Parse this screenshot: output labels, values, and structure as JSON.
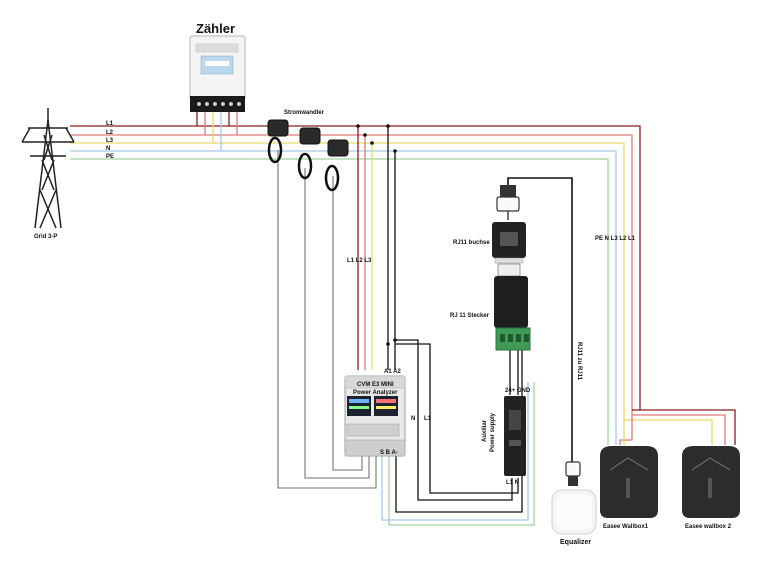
{
  "meter": {
    "title": "Zähler"
  },
  "grid": {
    "label": "Grid 3-P"
  },
  "lines": {
    "l1": "L1",
    "l2": "L2",
    "l3": "L3",
    "n": "N",
    "pe": "PE"
  },
  "ct": {
    "label": "Stromwandler"
  },
  "analyzer": {
    "label_line1": "CVM E3 MINI",
    "label_line2": "Power Analyzer",
    "terminals_top": "A1 A2",
    "terminals_bottom": "S B A-",
    "input_labels": "L1 L2 L3",
    "n_label": "N",
    "l1_label": "L1"
  },
  "rj11_socket": {
    "label": "RJ11 buchse"
  },
  "rj11_plug": {
    "label": "RJ 11 Stecker"
  },
  "psu": {
    "label_line1": "Auxiliar",
    "label_line2": "Power supply",
    "out_label": "24+  GND",
    "in_label": "L1  N"
  },
  "cable_label": "RJ11 zu RJ11",
  "wallbox_terminals": "PE  N  L3  L2  L1",
  "equalizer": {
    "label": "Equalizer"
  },
  "wallbox1": {
    "label": "Easee Wallbox1"
  },
  "wallbox2": {
    "label": "Easee wallbox 2"
  },
  "colors": {
    "l1": "#8b1d1d",
    "l2": "#e07a7a",
    "l3": "#e8d96a",
    "n": "#a8c8e8",
    "pe": "#9fd49f",
    "black": "#111111",
    "device": "#3a3a3a",
    "green_terminal": "#3f9a55"
  }
}
